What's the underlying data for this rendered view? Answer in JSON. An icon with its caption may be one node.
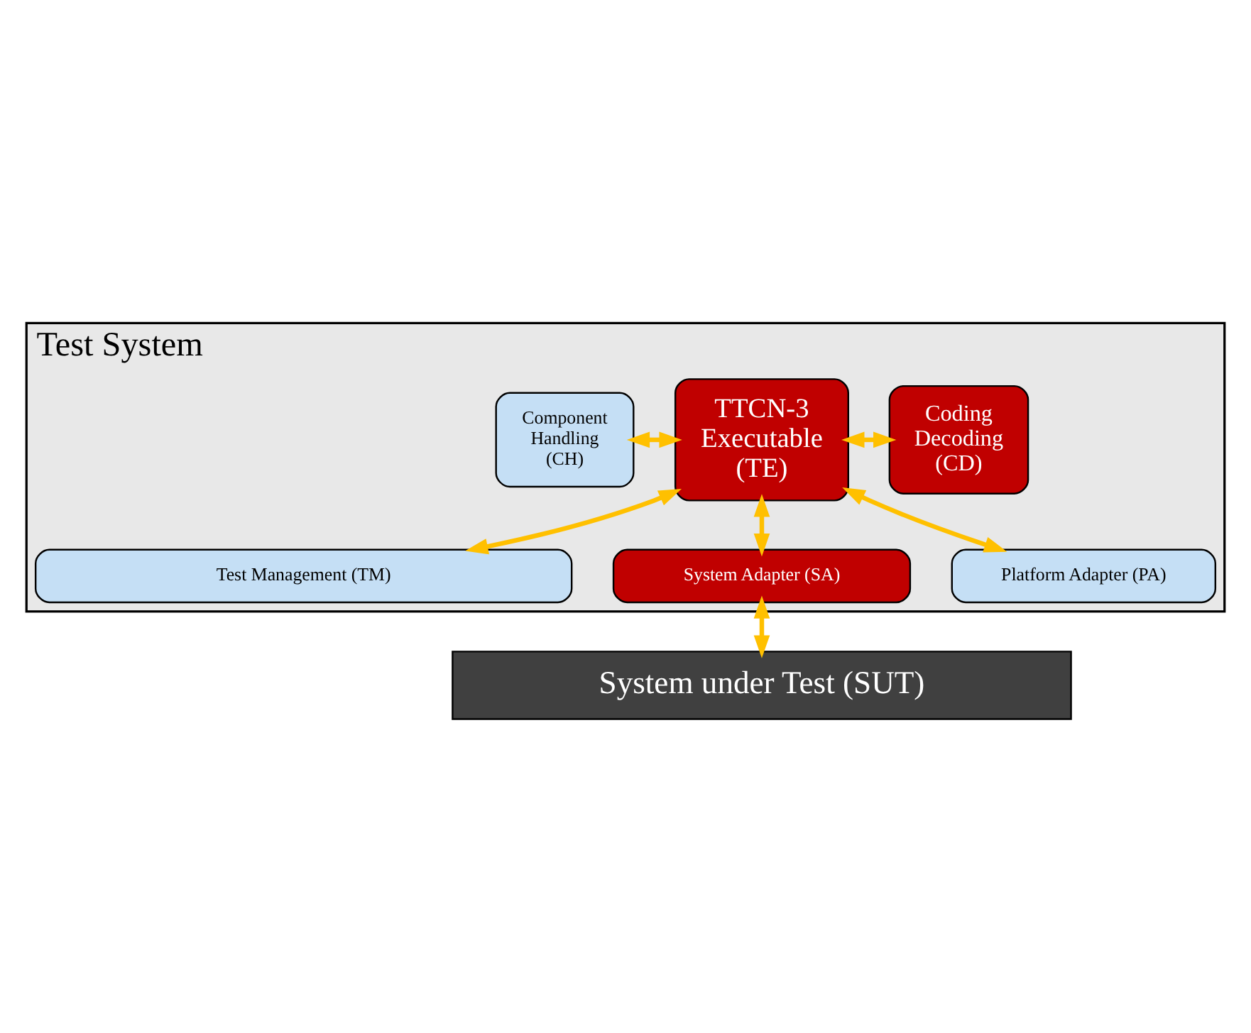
{
  "diagram": {
    "nodes": [
      {
        "text": [
          "Test System"
        ]
      },
      {
        "text": [
          "Test Management (TM)"
        ],
        "in": 0
      },
      {
        "text": [
          "Component Handling (CH)"
        ],
        "in": 0
      },
      {
        "text": [
          "TTCN-3 Executable (TE)"
        ],
        "in": 0
      },
      {
        "text": [
          "Coding Decoding (CD)"
        ],
        "in": 0
      },
      {
        "text": [
          "System Adapter (SA)"
        ],
        "in": 0
      },
      {
        "text": [
          "Platform Adapter (PA)"
        ],
        "in": 0
      },
      {
        "text": [
          "System under Test (SUT)"
        ]
      }
    ],
    "edges": [
      {
        "from": 3,
        "to": 1,
        "arrow": "both"
      },
      {
        "from": 2,
        "to": 3,
        "arrow": "both"
      },
      {
        "from": 3,
        "to": 4,
        "arrow": "both"
      },
      {
        "from": 3,
        "to": 5,
        "arrow": "both"
      },
      {
        "from": 3,
        "to": 6,
        "arrow": "both"
      },
      {
        "from": 5,
        "to": 7,
        "arrow": "both"
      }
    ]
  }
}
